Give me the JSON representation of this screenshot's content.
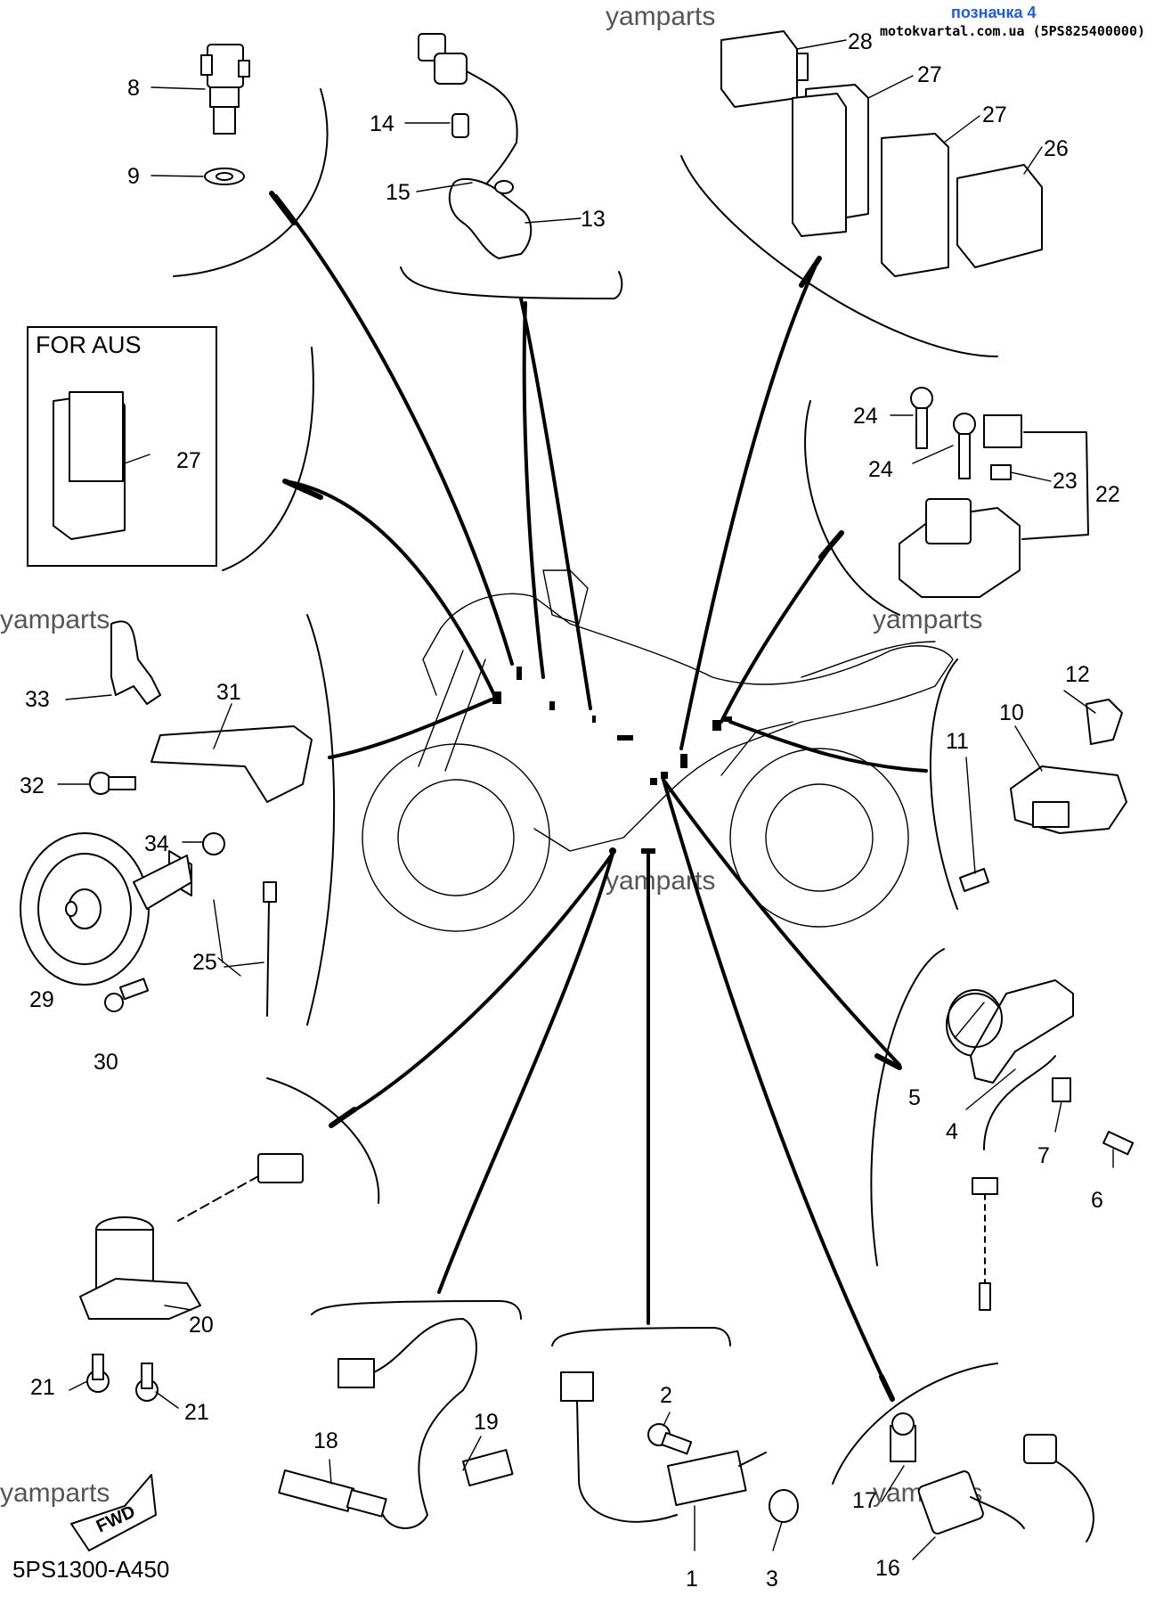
{
  "header": {
    "tag": "позначка 4",
    "site": "motokvartal.com.ua (5PS825400000)"
  },
  "watermarks": [
    "yamparts",
    "yamparts",
    "yamparts",
    "yamparts",
    "yamparts",
    "yamparts"
  ],
  "aus_box": {
    "label": "FOR AUS",
    "callout": "27"
  },
  "diagram_code": "5PS1300-A450",
  "fwd_badge": "FWD",
  "callouts": {
    "c8": "8",
    "c9": "9",
    "c14": "14",
    "c15": "15",
    "c13": "13",
    "c28": "28",
    "c27a": "27",
    "c27b": "27",
    "c26": "26",
    "c24a": "24",
    "c24b": "24",
    "c23": "23",
    "c22": "22",
    "c12": "12",
    "c10": "10",
    "c11": "11",
    "c33": "33",
    "c31": "31",
    "c32": "32",
    "c34": "34",
    "c29": "29",
    "c25": "25",
    "c30": "30",
    "c5": "5",
    "c4": "4",
    "c7": "7",
    "c6": "6",
    "c20": "20",
    "c21a": "21",
    "c21b": "21",
    "c18": "18",
    "c19": "19",
    "c2": "2",
    "c1": "1",
    "c3": "3",
    "c17": "17",
    "c16": "16"
  }
}
